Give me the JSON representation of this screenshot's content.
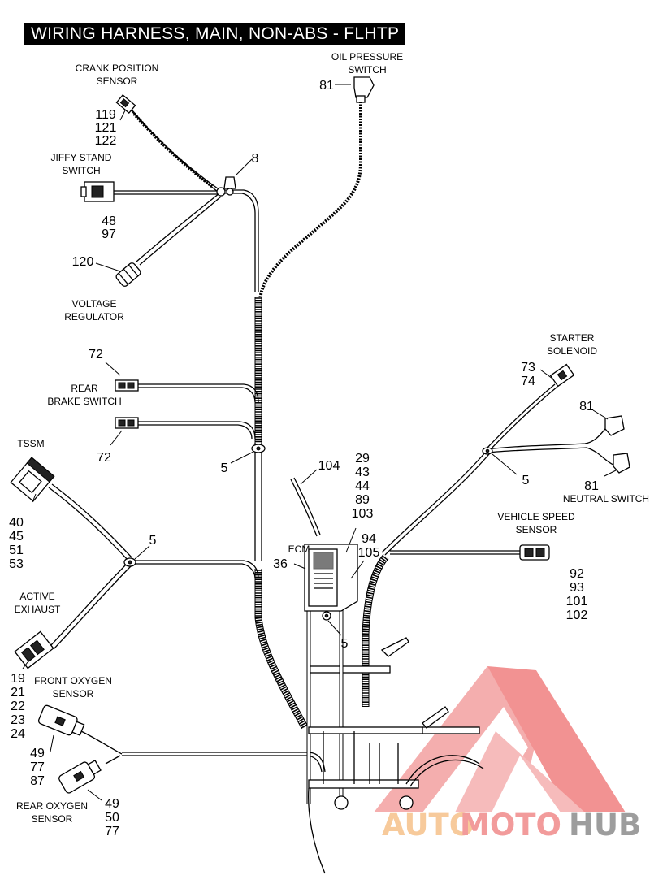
{
  "title": "WIRING HARNESS, MAIN, NON-ABS - FLHTP",
  "components": {
    "crank_position_sensor": "CRANK POSITION\nSENSOR",
    "oil_pressure_switch": "OIL PRESSURE\nSWITCH",
    "jiffy_stand_switch": "JIFFY STAND\nSWITCH",
    "voltage_regulator": "VOLTAGE\nREGULATOR",
    "rear_brake_switch": "REAR\nBRAKE SWITCH",
    "tssm": "TSSM",
    "active_exhaust": "ACTIVE\nEXHAUST",
    "front_oxygen_sensor": "FRONT OXYGEN\nSENSOR",
    "rear_oxygen_sensor": "REAR OXYGEN\nSENSOR",
    "starter_solenoid": "STARTER\nSOLENOID",
    "neutral_switch": "NEUTRAL SWITCH",
    "vehicle_speed_sensor": "VEHICLE SPEED\nSENSOR",
    "ecm": "ECM"
  },
  "callouts": {
    "crank": [
      "119",
      "121",
      "122"
    ],
    "oil": "81",
    "clip_8": "8",
    "jiffy": [
      "48",
      "97"
    ],
    "voltage": "120",
    "rear_brake_top": "72",
    "rear_brake_bottom": "72",
    "clip_5_left": "5",
    "tssm": [
      "40",
      "45",
      "51",
      "53"
    ],
    "clip_5_mid": "5",
    "active_exhaust": [
      "19",
      "21",
      "22",
      "23",
      "24"
    ],
    "front_oxygen": [
      "49",
      "77",
      "87"
    ],
    "rear_oxygen": [
      "49",
      "50",
      "77"
    ],
    "starter": [
      "73",
      "74"
    ],
    "neutral_top": "81",
    "neutral_bottom": "81",
    "clip_5_right": "5",
    "ecm_strap": "104",
    "ecm_group": [
      "29",
      "43",
      "44",
      "89",
      "103"
    ],
    "ecm_group2": [
      "94",
      "105"
    ],
    "ecm": "36",
    "clip_5_ecm": "5",
    "vss": [
      "92",
      "93",
      "101",
      "102"
    ]
  },
  "watermark": {
    "part1": "AUTO",
    "part2": "MOTO",
    "part3": "HUB",
    "color_red": "#f08a8a",
    "color_orange": "#f6c18a",
    "color_gray": "#8c8c8c"
  }
}
